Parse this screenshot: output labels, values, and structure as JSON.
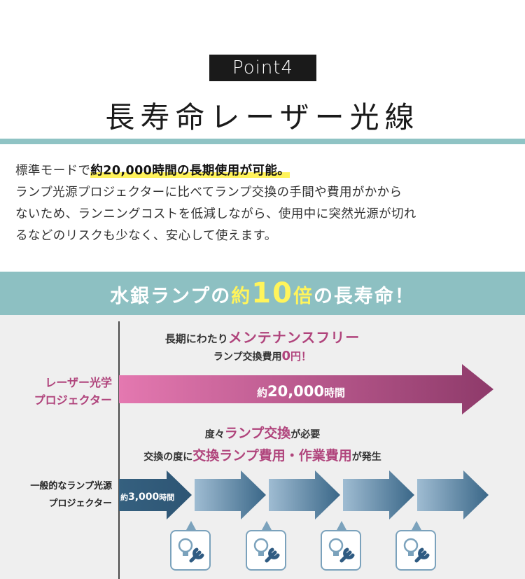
{
  "header": {
    "badge": "Point4",
    "title": "長寿命レーザー光線"
  },
  "description": {
    "lead": "標準モードで",
    "highlight": "約20,000時間の長期使用が可能。",
    "line2": "ランプ光源プロジェクターに比べてランプ交換の手間や費用がかから",
    "line3": "ないため、ランニングコストを低減しながら、使用中に突然光源が切れ",
    "line4": "るなどのリスクも少なく、安心して使えます。"
  },
  "banner": {
    "pre": "水銀ランプの",
    "yaku": "約",
    "number": "10",
    "bai": "倍",
    "post": "の長寿命！"
  },
  "laser": {
    "note1_pre": "長期にわたり",
    "note1_emph": "メンテナンスフリー",
    "note2_pre": "ランプ交換費用",
    "note2_emph": "0",
    "note2_post": "円！",
    "label_line1": "レーザー光学",
    "label_line2": "プロジェクター",
    "value_prefix": "約",
    "value_number": "20,000",
    "value_unit": "時間"
  },
  "lamp": {
    "note3_pre": "度々",
    "note3_emph": "ランプ交換",
    "note3_post": "が必要",
    "note4_pre": "交換の度に",
    "note4_emph": "交換ランプ費用・作業費用",
    "note4_post": "が発生",
    "label_line1": "一般的なランプ光源",
    "label_line2": "プロジェクター",
    "value_prefix": "約",
    "value_number": "3,000",
    "value_unit": "時間"
  },
  "icons": [
    "bulb-wrench-icon",
    "bulb-wrench-icon",
    "bulb-wrench-icon",
    "bulb-wrench-icon"
  ],
  "colors": {
    "teal": "#8dc0c2",
    "pink": "#b0447c",
    "highlight": "#fff35a",
    "blue": "#3d6a90"
  }
}
